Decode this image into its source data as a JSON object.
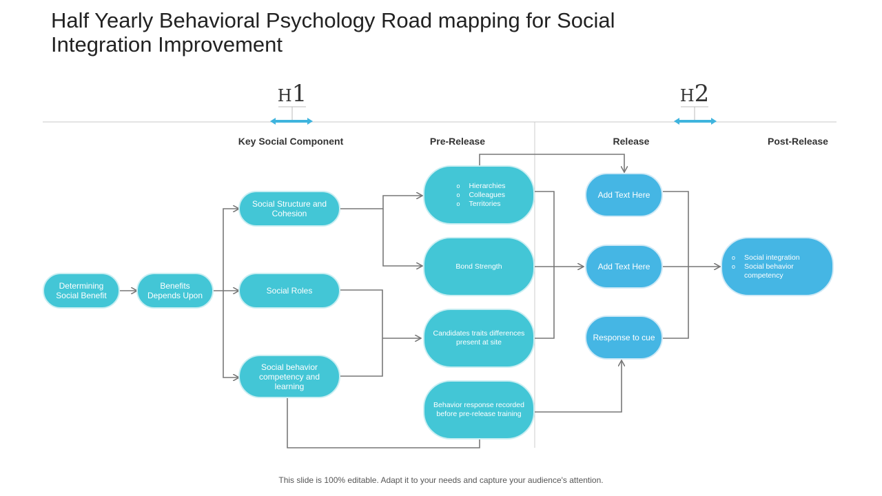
{
  "title": "Half Yearly Behavioral Psychology  Road mapping for Social Integration Improvement",
  "halves": [
    {
      "letter": "H",
      "number": "1"
    },
    {
      "letter": "H",
      "number": "2"
    }
  ],
  "phases": [
    "Key Social Component",
    "Pre-Release",
    "Release",
    "Post-Release"
  ],
  "nodes": {
    "determining": "Determining Social Benefit",
    "benefits": "Benefits Depends Upon",
    "structure": "Social Structure and Cohesion",
    "roles": "Social Roles",
    "behavior_comp": "Social behavior competency and learning",
    "prerelease_list": [
      "Hierarchies",
      "Colleagues",
      "Territories"
    ],
    "bond": "Bond Strength",
    "candidates": "Candidates traits differences present at site",
    "behavior_response": "Behavior response recorded before pre-release training",
    "add_text_1": "Add Text Here",
    "add_text_2": "Add Text Here",
    "response_cue": "Response to cue",
    "post_list": [
      "Social integration",
      "Social behavior competency"
    ]
  },
  "footer": "This slide is 100% editable. Adapt it to your needs and capture your audience's attention.",
  "colors": {
    "teal": "#43c6d6",
    "blue": "#45b6e4",
    "accent_bar": "#3fb4de",
    "connector": "#777777"
  }
}
